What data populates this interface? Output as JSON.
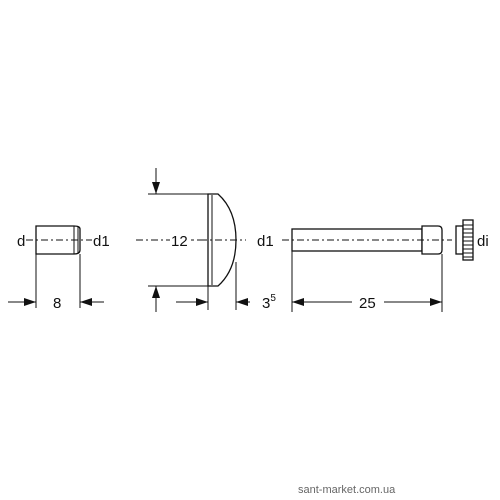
{
  "labels": {
    "part1_left": "d",
    "part1_right": "d1",
    "part2_height": "12",
    "part2_right": "d1",
    "part3_right": "di",
    "dim_8": "8",
    "dim_3_base": "3",
    "dim_3_sup": "5",
    "dim_25": "25"
  },
  "watermark": "sant-market.com.ua",
  "colors": {
    "line": "#111111",
    "background": "#ffffff",
    "watermark": "#666666"
  }
}
